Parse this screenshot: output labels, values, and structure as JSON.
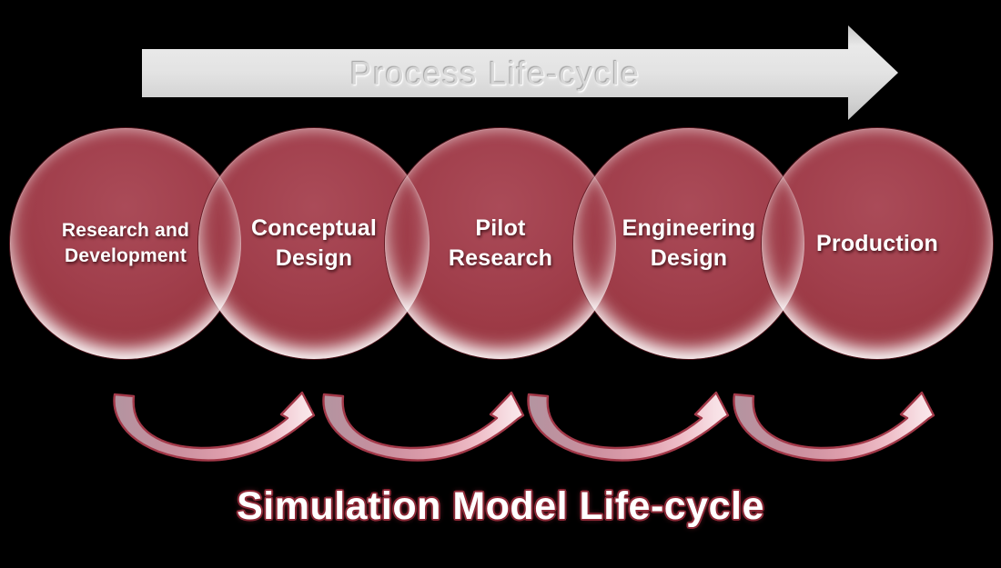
{
  "process_arrow": {
    "label": "Process Life-cycle"
  },
  "stages": [
    {
      "name": "research-and-development",
      "line1": "Research and",
      "line2": "Development"
    },
    {
      "name": "conceptual-design",
      "line1": "Conceptual",
      "line2": "Design"
    },
    {
      "name": "pilot-research",
      "line1": "Pilot",
      "line2": "Research"
    },
    {
      "name": "engineering-design",
      "line1": "Engineering",
      "line2": "Design"
    },
    {
      "name": "production",
      "line1": "Production",
      "line2": ""
    }
  ],
  "footer_title": {
    "label": "Simulation Model Life-cycle"
  },
  "colors": {
    "background": "#000000",
    "circle_fill": "#9B3843",
    "circle_edge": "#5E1821",
    "circle_text": "#FFFFFF",
    "process_arrow_fill": "#DBDBDB",
    "process_arrow_text": "#D7D7D7",
    "loop_arrow_start": "#B394A0",
    "loop_arrow_mid": "#DE9EAC",
    "loop_arrow_tip": "#FAE9EC",
    "loop_arrow_outline": "#A23848",
    "title_fill": "#FFFFFF",
    "title_outline": "#8C2836"
  }
}
